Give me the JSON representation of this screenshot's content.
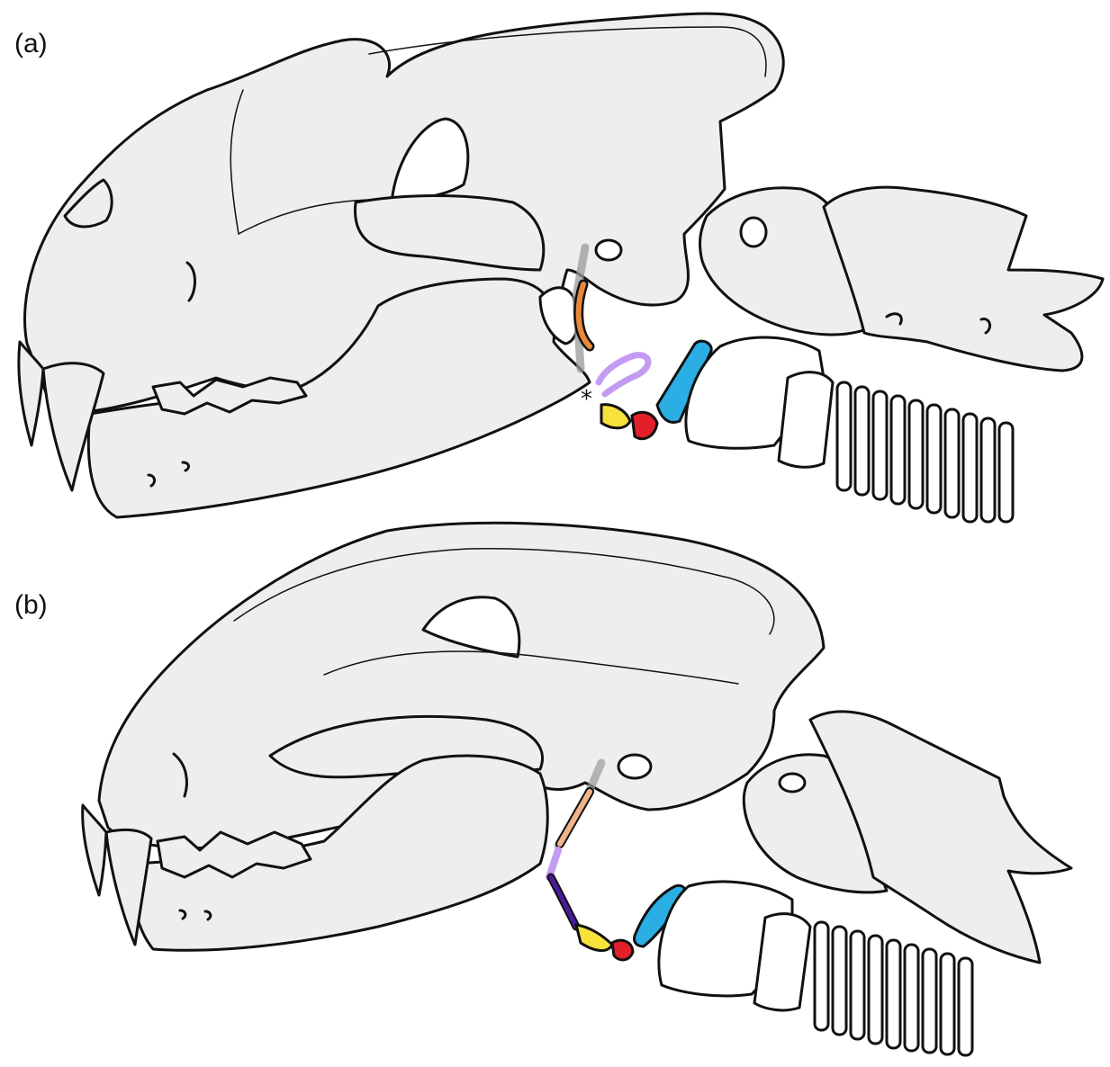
{
  "panels": [
    {
      "id": "a",
      "label": "(a)",
      "marker": "*"
    },
    {
      "id": "b",
      "label": "(b)"
    }
  ],
  "colors": {
    "bone_fill": "#eeeeee",
    "outline": "#111111",
    "orange": "#e8883a",
    "light_orange": "#f1b48a",
    "grey": "#9a9a9a",
    "lavender": "#c39bf2",
    "purple": "#4b1a9e",
    "yellow": "#f7e23c",
    "red": "#e3202a",
    "blue": "#2aaee4"
  }
}
